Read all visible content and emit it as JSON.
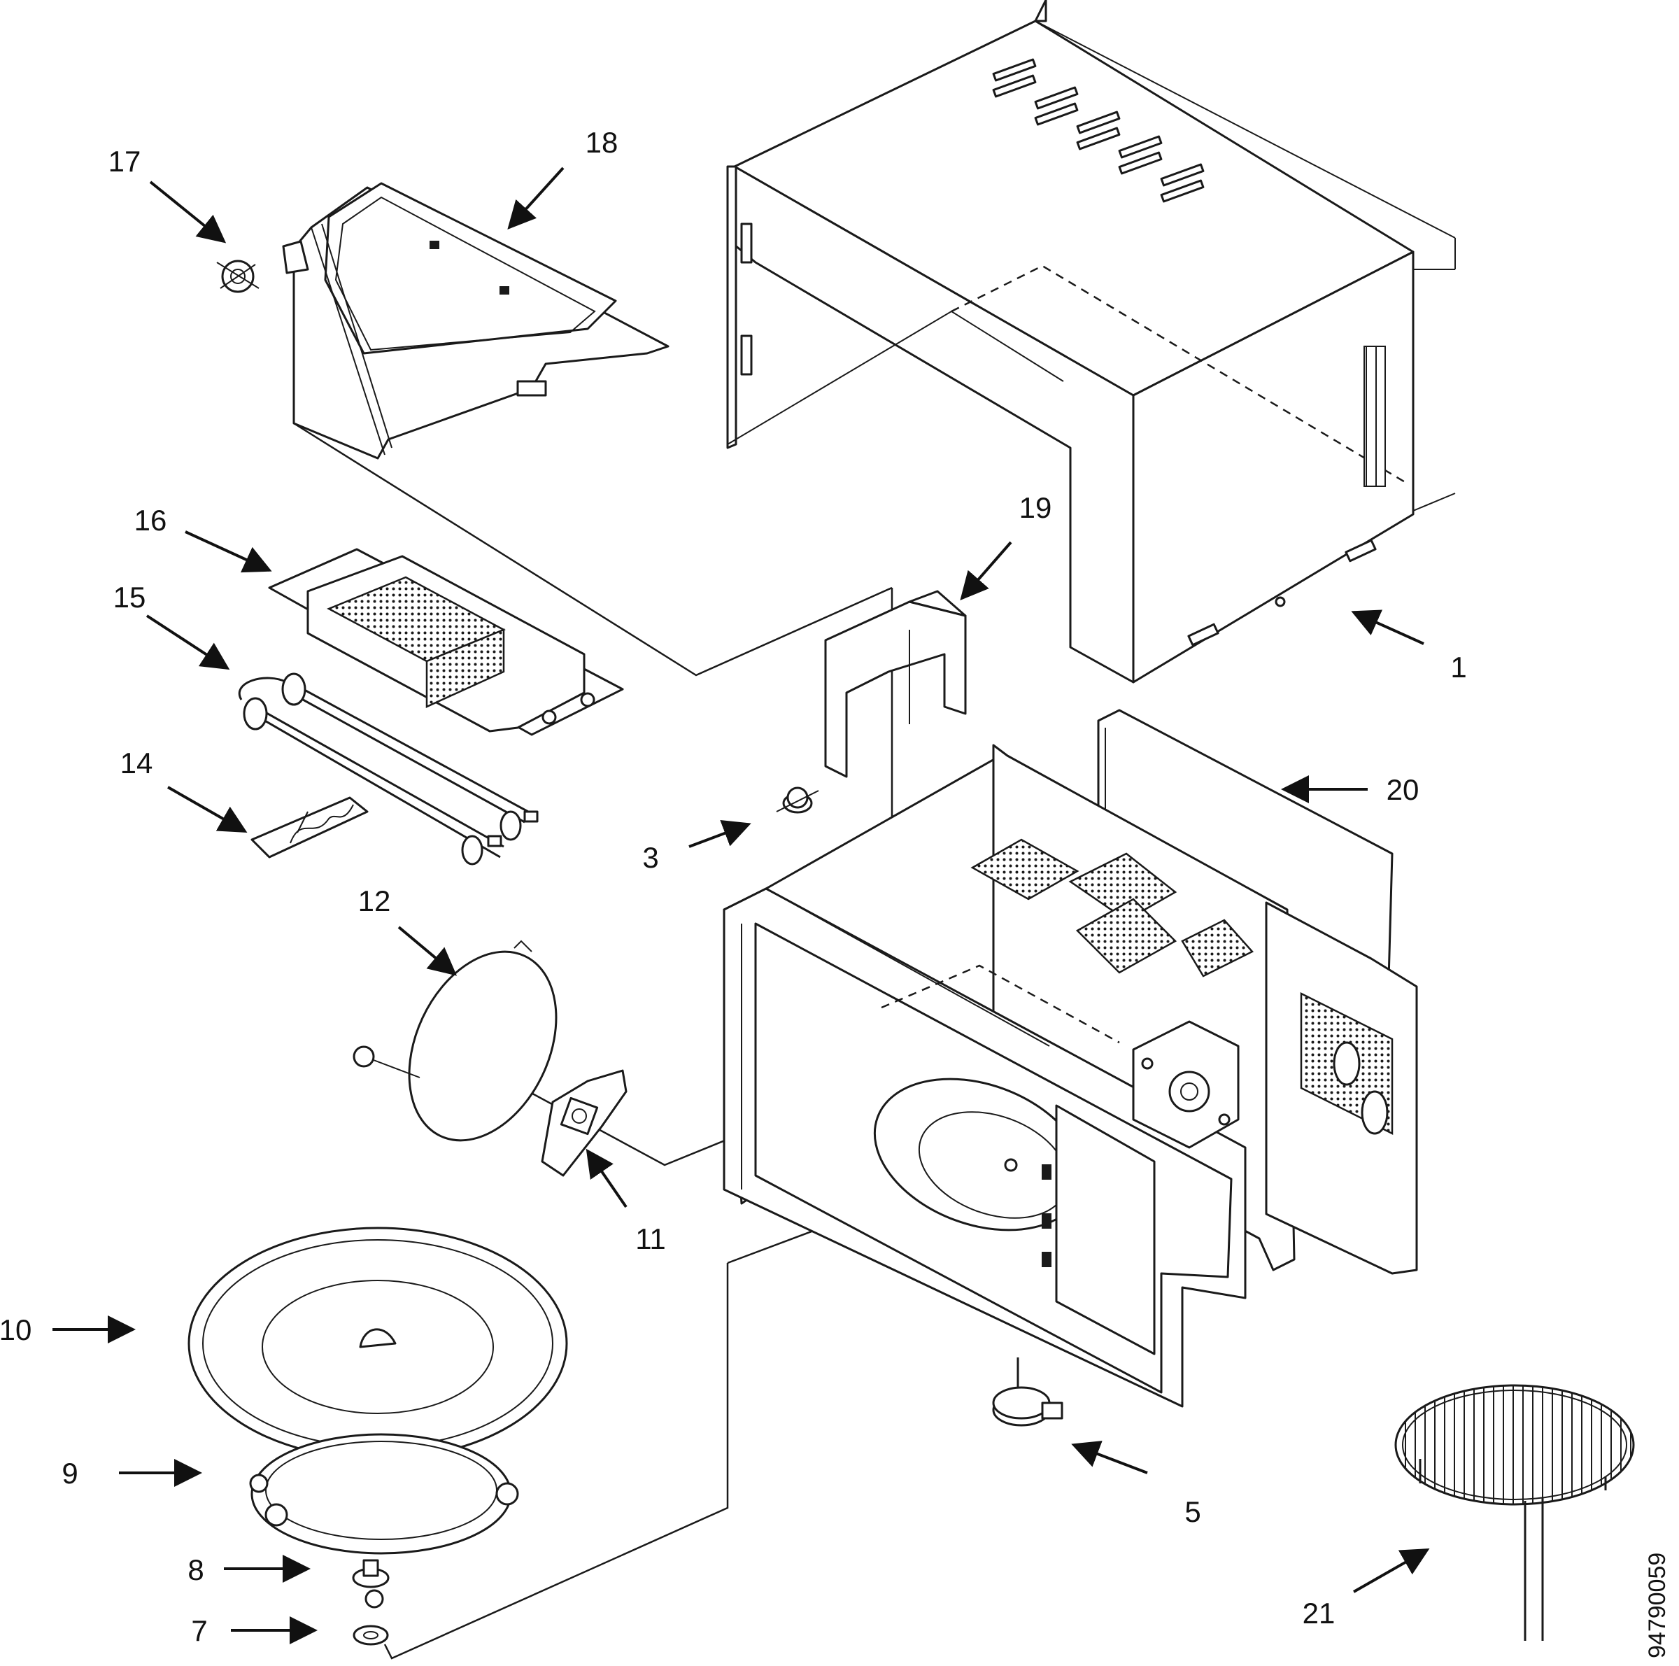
{
  "callouts": [
    {
      "id": "c1",
      "text": "1"
    },
    {
      "id": "c3",
      "text": "3"
    },
    {
      "id": "c5",
      "text": "5"
    },
    {
      "id": "c7",
      "text": "7"
    },
    {
      "id": "c8",
      "text": "8"
    },
    {
      "id": "c9",
      "text": "9"
    },
    {
      "id": "c10",
      "text": "10"
    },
    {
      "id": "c11",
      "text": "11"
    },
    {
      "id": "c12",
      "text": "12"
    },
    {
      "id": "c14",
      "text": "14"
    },
    {
      "id": "c15",
      "text": "15"
    },
    {
      "id": "c16",
      "text": "16"
    },
    {
      "id": "c17",
      "text": "17"
    },
    {
      "id": "c18",
      "text": "18"
    },
    {
      "id": "c19",
      "text": "19"
    },
    {
      "id": "c20",
      "text": "20"
    },
    {
      "id": "c21",
      "text": "21"
    }
  ],
  "drawing_code": "94790059"
}
